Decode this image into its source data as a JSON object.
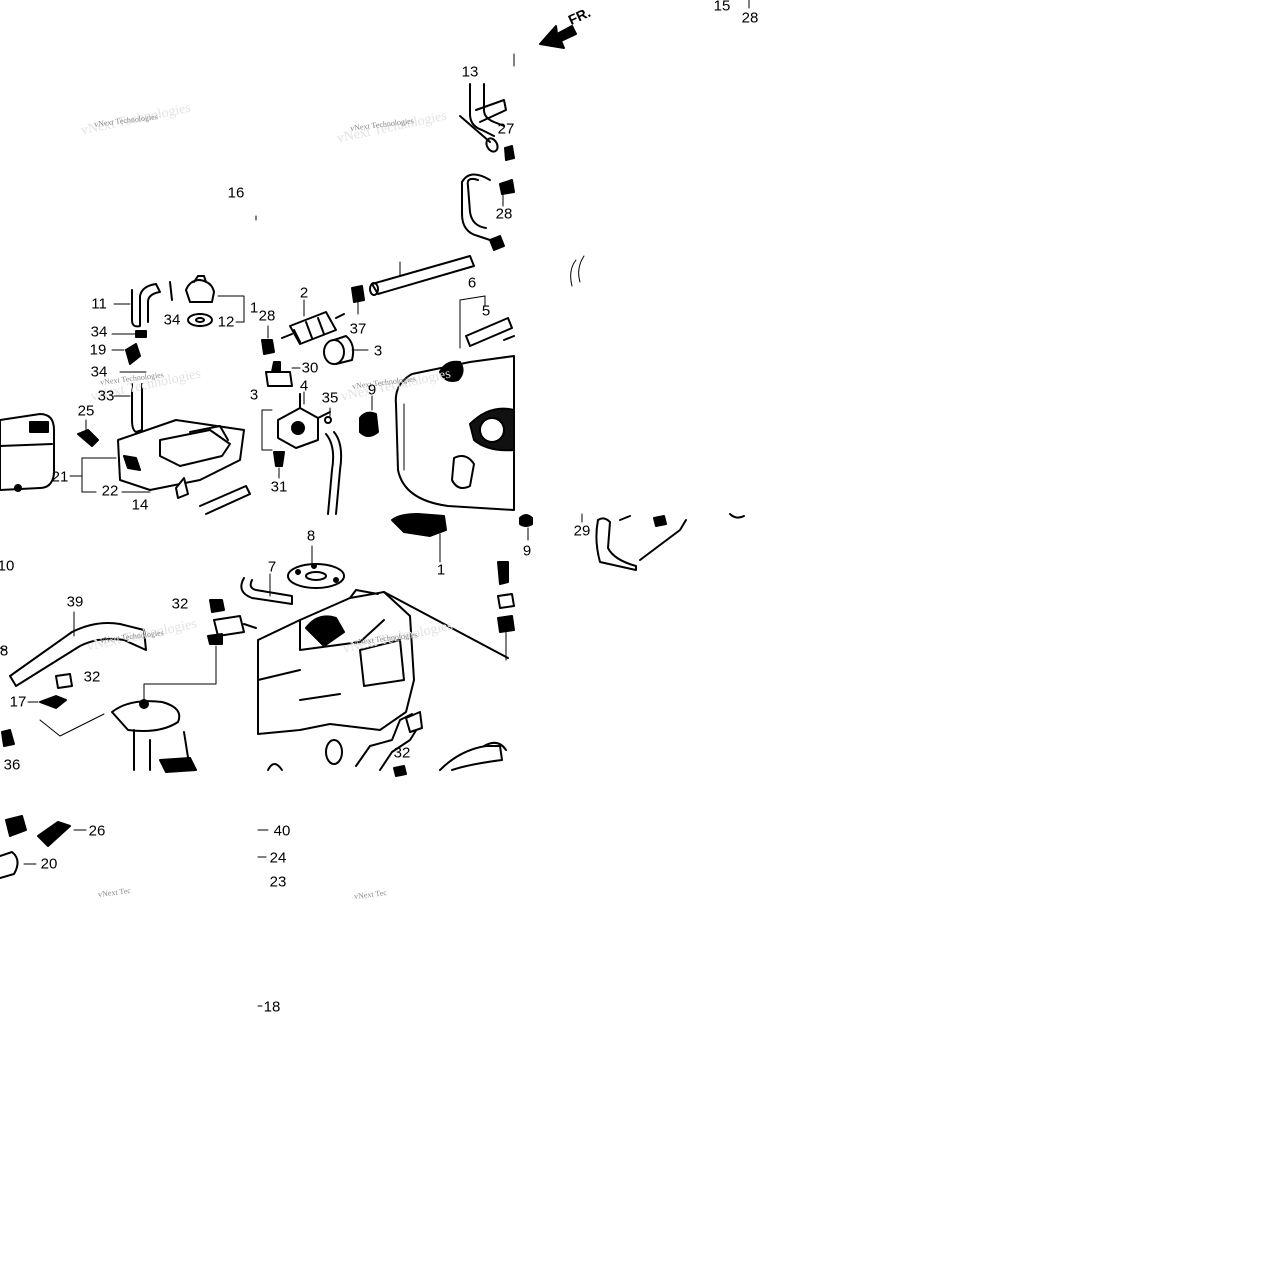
{
  "diagram": {
    "direction_label": "FR.",
    "watermark_text": "vNext Technologies",
    "watermark_text_short": "vNext Tec",
    "callouts": [
      "15",
      "28",
      "13",
      "27",
      "28",
      "16",
      "11",
      "34",
      "12",
      "1",
      "2",
      "28",
      "37",
      "6",
      "5",
      "3",
      "34",
      "19",
      "30",
      "34",
      "33",
      "3",
      "4",
      "35",
      "9",
      "25",
      "21",
      "22",
      "14",
      "31",
      "8",
      "1",
      "9",
      "29",
      "10",
      "7",
      "32",
      "39",
      "32",
      "17",
      "36",
      "32",
      "8",
      "26",
      "40",
      "24",
      "20",
      "23",
      "18"
    ]
  }
}
